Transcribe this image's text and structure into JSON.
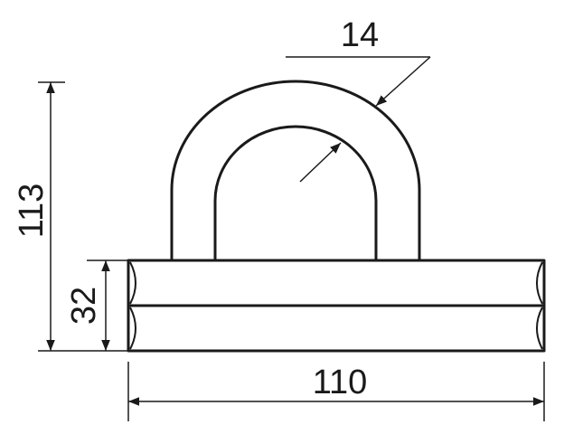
{
  "drawing": {
    "dimensions": {
      "thickness": "14",
      "total_height": "113",
      "base_height": "32",
      "base_width": "110"
    },
    "colors": {
      "line": "#1a1a1a",
      "background": "#ffffff"
    }
  }
}
